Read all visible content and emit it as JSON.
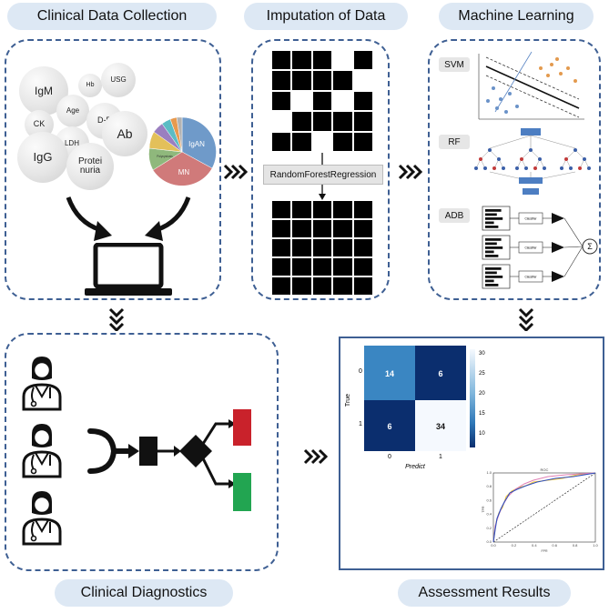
{
  "titles": {
    "collection": "Clinical Data Collection",
    "imputation": "Imputation of Data",
    "ml": "Machine Learning",
    "diagnostics": "Clinical Diagnostics",
    "assessment": "Assessment Results"
  },
  "bubbles": {
    "igm": "IgM",
    "hb": "Hb",
    "usg": "USG",
    "age": "Age",
    "ck": "CK",
    "dd": "D-D",
    "ab": "Ab",
    "ldh": "LDH",
    "igg": "IgG",
    "proteinuria": "Protei\nnuria"
  },
  "pie": {
    "label_igan": "IgAN",
    "label_mn": "MN",
    "label_small": "Polycystosis",
    "colors": [
      "#6f9ac9",
      "#d07a7a",
      "#8fb87c",
      "#e3c05a",
      "#9a7fc0",
      "#5bbcc4",
      "#e89a4e",
      "#b3b3b3"
    ]
  },
  "imputation": {
    "method": "RandomForestRegression"
  },
  "ml": {
    "svm": "SVM",
    "rf": "RF",
    "adb": "ADB",
    "classifier": "Classifier"
  },
  "confusion": {
    "ylabel": "True",
    "xlabel": "Predict",
    "rows": [
      "0",
      "1"
    ],
    "cols": [
      "0",
      "1"
    ],
    "cells": [
      [
        "14",
        "6"
      ],
      [
        "6",
        "34"
      ]
    ],
    "colorbar_ticks": [
      "30",
      "25",
      "20",
      "15",
      "10"
    ]
  },
  "roc": {
    "title": "ROC",
    "xlabel": "FPR",
    "ylabel": "TPR",
    "ticks": [
      "0.0",
      "0.2",
      "0.4",
      "0.6",
      "0.8",
      "1.0"
    ]
  },
  "colors": {
    "panel_border": "#3e5f93",
    "pill": "#dde8f4",
    "result_red": "#c9222b",
    "result_green": "#22a551"
  }
}
